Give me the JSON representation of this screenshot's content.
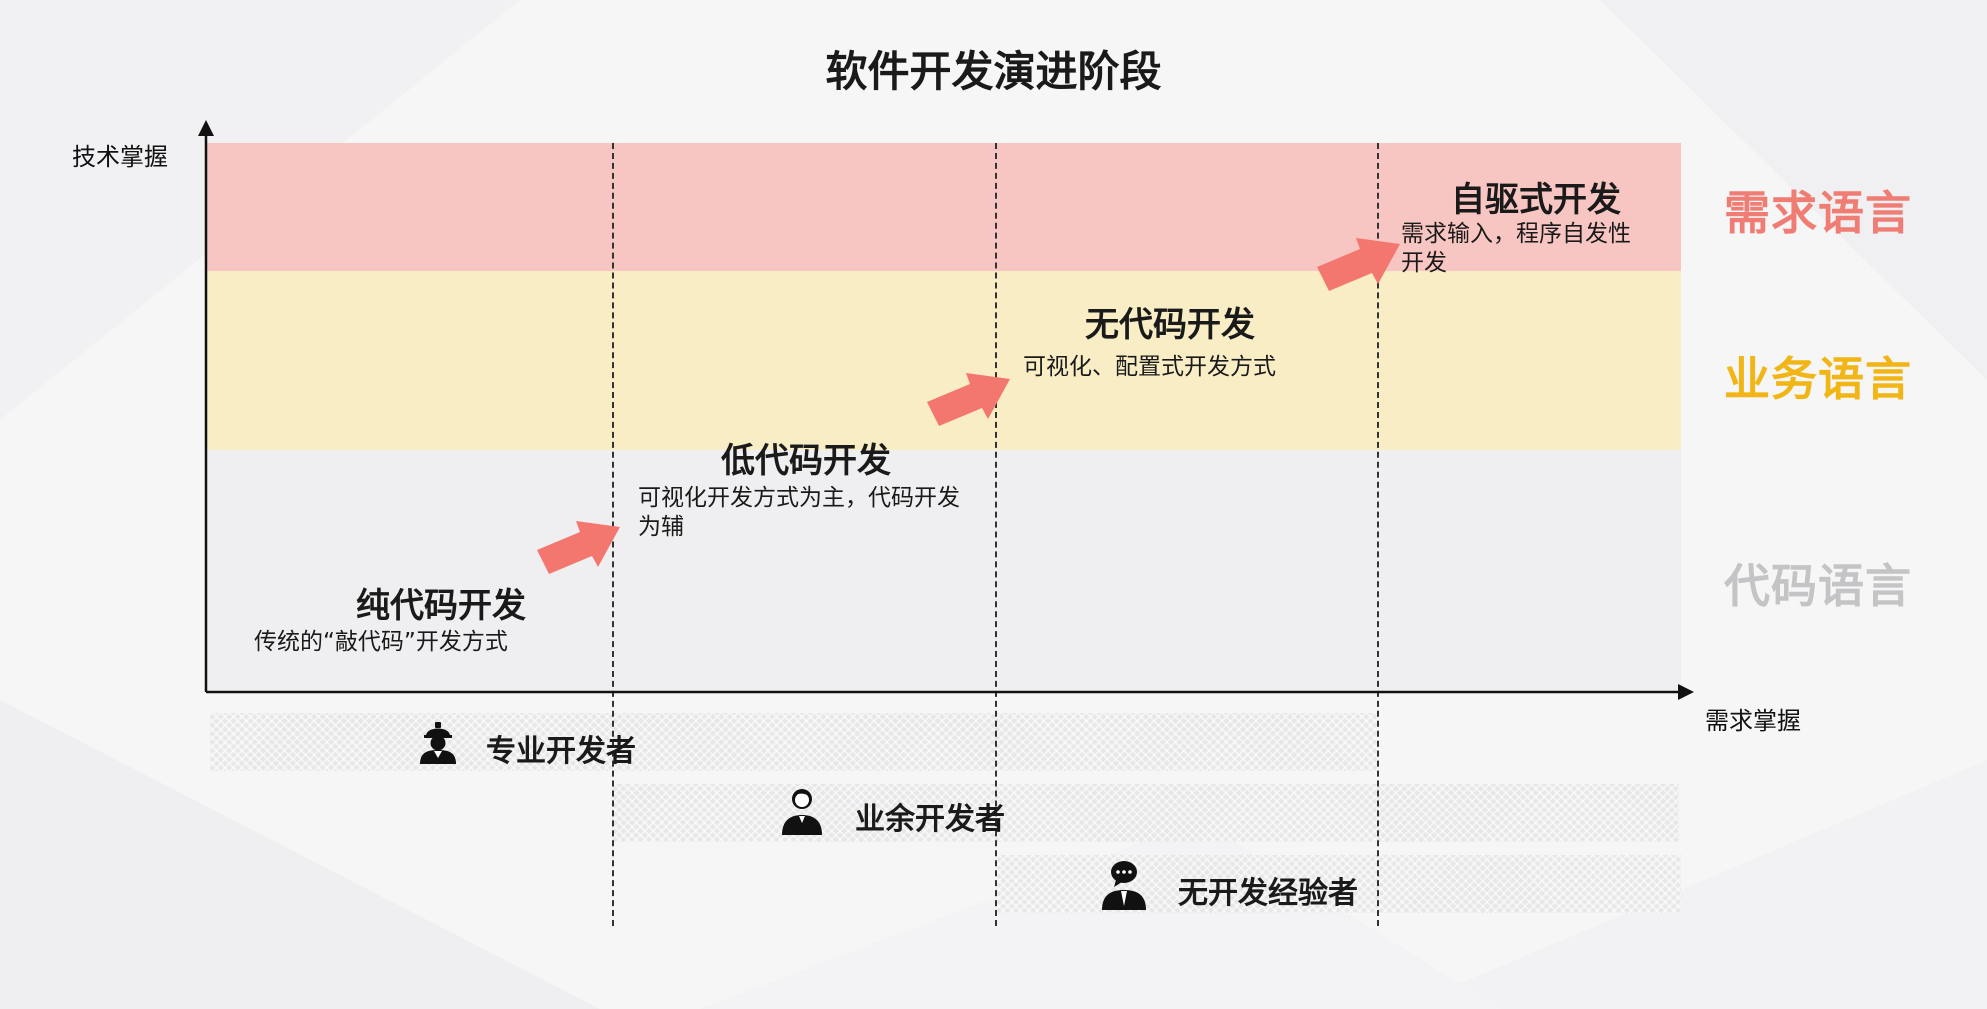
{
  "title": "软件开发演进阶段",
  "axes": {
    "y_label": "技术掌握",
    "x_label": "需求掌握"
  },
  "languages": [
    {
      "label": "需求语言",
      "color": "#f07d74"
    },
    {
      "label": "业务语言",
      "color": "#f2b516"
    },
    {
      "label": "代码语言",
      "color": "#c4c4c6"
    }
  ],
  "stages": [
    {
      "title": "纯代码开发",
      "desc": "传统的“敲代码”开发方式"
    },
    {
      "title": "低代码开发",
      "desc_line1": "可视化开发方式为主，代码开发",
      "desc_line2": "为辅"
    },
    {
      "title": "无代码开发",
      "desc": "可视化、配置式开发方式"
    },
    {
      "title": "自驱式开发",
      "desc_line1": "需求输入，程序自发性",
      "desc_line2": "开发"
    }
  ],
  "roles": [
    {
      "label": "专业开发者",
      "icon": "worker-helmet-icon"
    },
    {
      "label": "业余开发者",
      "icon": "user-icon"
    },
    {
      "label": "无开发经验者",
      "icon": "user-speech-bubble-icon"
    }
  ],
  "colors": {
    "arrow": "#f4776f",
    "band_red": "#f8c6c2",
    "band_yellow": "#f8edc5",
    "band_gray": "#efeff1"
  }
}
